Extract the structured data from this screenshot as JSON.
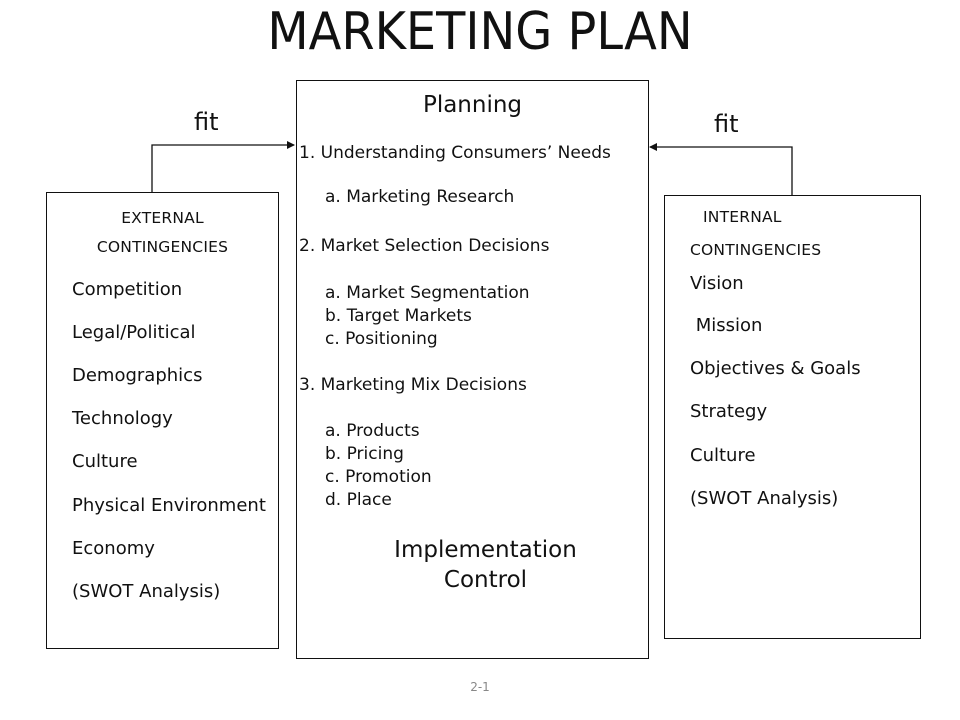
{
  "title": "MARKETING PLAN",
  "connectors": {
    "left_label": "fit",
    "right_label": "fit"
  },
  "external": {
    "header_line1": "EXTERNAL",
    "header_line2": "CONTINGENCIES",
    "items": [
      "Competition",
      "Legal/Political",
      "Demographics",
      "Technology",
      "Culture",
      "Physical Environment",
      "Economy",
      "(SWOT Analysis)"
    ]
  },
  "planning": {
    "header": "Planning",
    "sections": [
      {
        "label": "1.   Understanding Consumers’ Needs",
        "subitems": [
          "a. Marketing Research"
        ]
      },
      {
        "label": "2.  Market Selection Decisions",
        "subitems": [
          "a. Market Segmentation",
          "b. Target Markets",
          "c.  Positioning"
        ]
      },
      {
        "label": "3.  Marketing Mix Decisions",
        "subitems": [
          "a. Products",
          "b. Pricing",
          "c.  Promotion",
          "d. Place"
        ]
      }
    ],
    "footer_line1": "Implementation",
    "footer_line2": "Control"
  },
  "internal": {
    "header_line1": "INTERNAL",
    "header_line2": "CONTINGENCIES",
    "items": [
      "Vision",
      " Mission",
      "Objectives & Goals",
      "Strategy",
      "Culture",
      "(SWOT Analysis)"
    ]
  },
  "page_number": "2-1"
}
